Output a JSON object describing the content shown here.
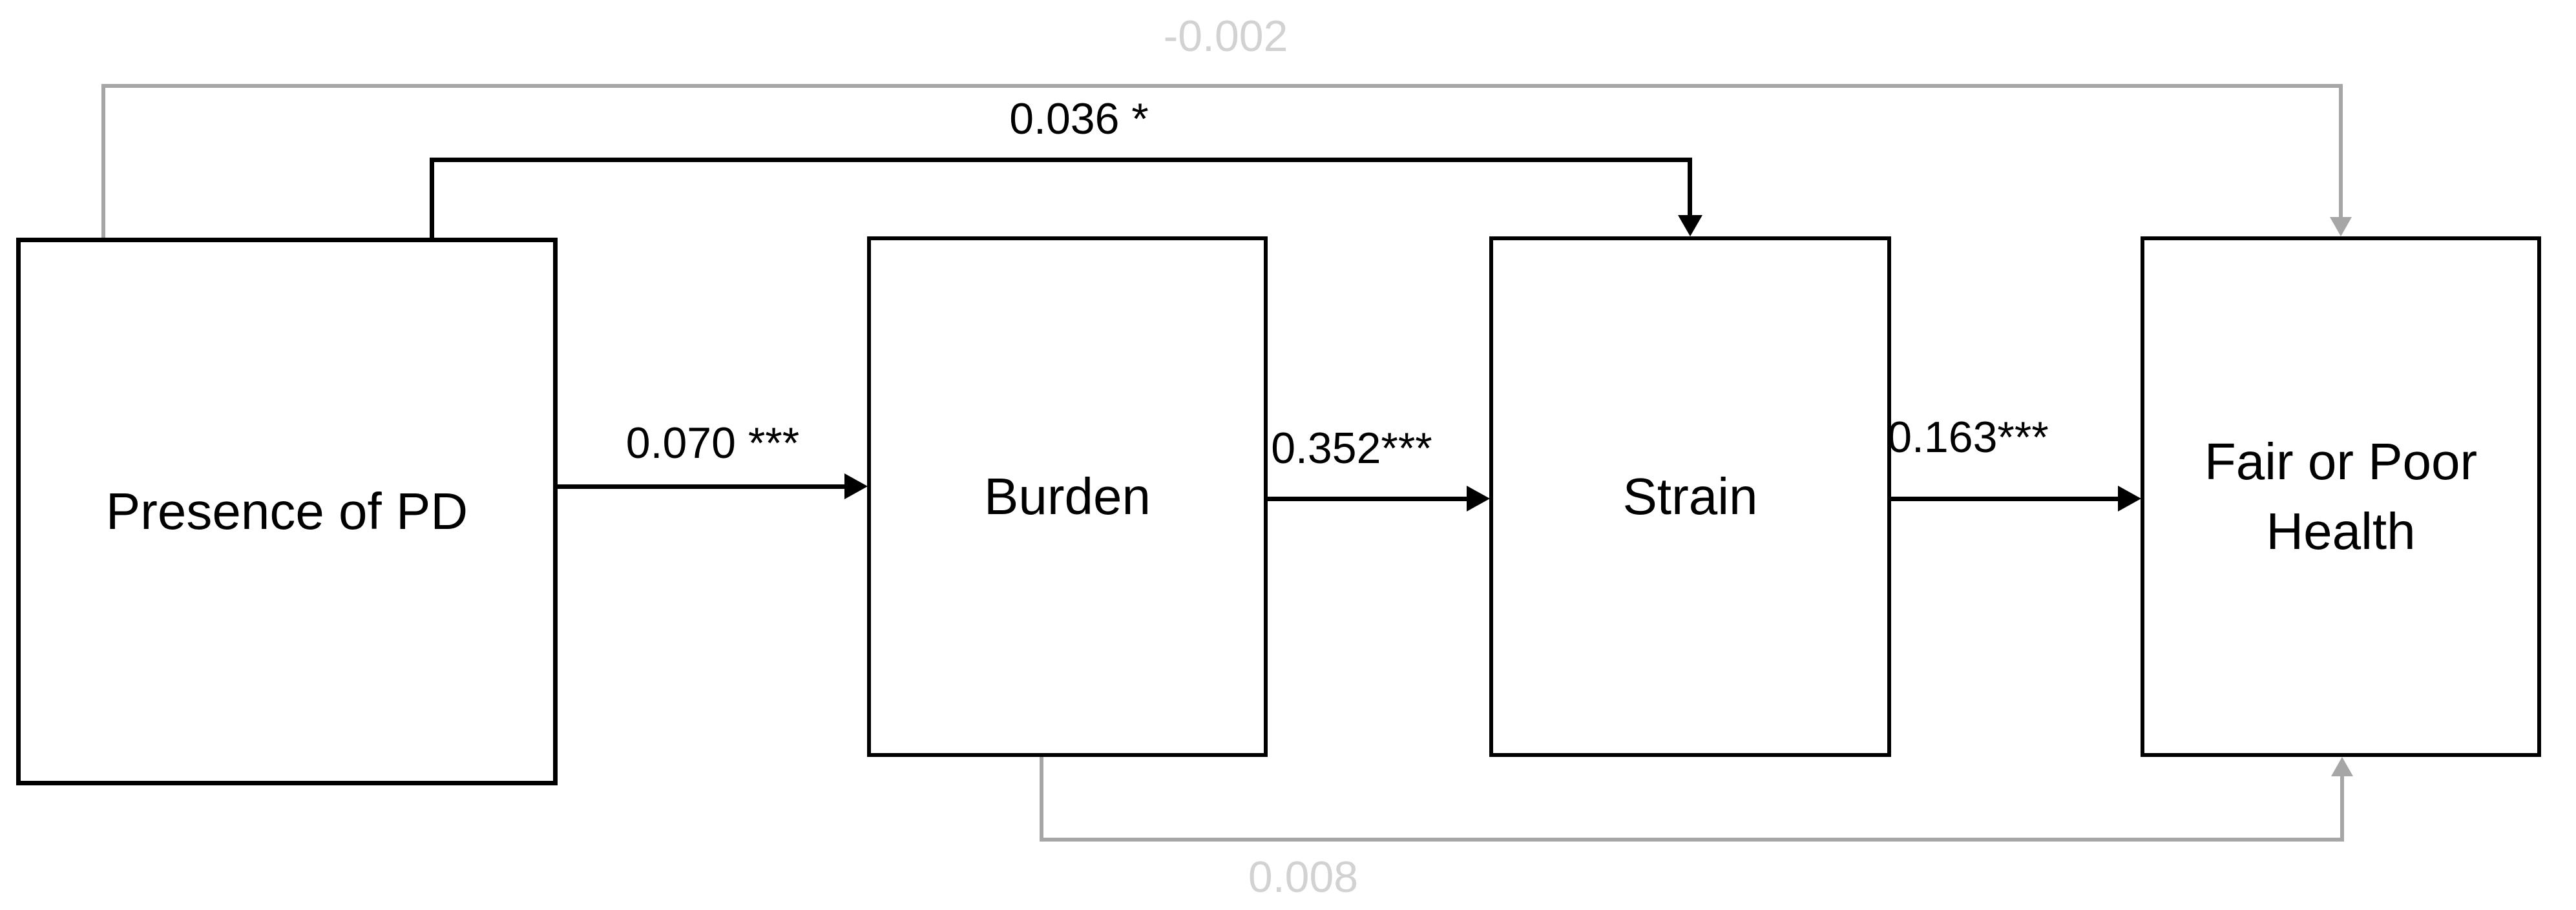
{
  "figure": {
    "type": "path-diagram",
    "description": "Mediation path model with four nodes connected by directed arrows"
  },
  "nodes": [
    {
      "id": "presence_pd",
      "label": "Presence of PD"
    },
    {
      "id": "burden",
      "label": "Burden"
    },
    {
      "id": "strain",
      "label": "Strain"
    },
    {
      "id": "fair_poor_health",
      "label": "Fair or Poor Health"
    }
  ],
  "edges": [
    {
      "from": "Presence of PD",
      "to": "Burden",
      "label": "0.070 ***",
      "style": "black"
    },
    {
      "from": "Burden",
      "to": "Strain",
      "label": "0.352***",
      "style": "black"
    },
    {
      "from": "Strain",
      "to": "Fair or Poor Health",
      "label": "0.163***",
      "style": "black"
    },
    {
      "from": "Presence of PD",
      "to": "Strain",
      "label": "0.036 *",
      "style": "black"
    },
    {
      "from": "Presence of PD",
      "to": "Fair or Poor Health",
      "label": "-0.002",
      "style": "gray"
    },
    {
      "from": "Burden",
      "to": "Fair or Poor Health",
      "label": "0.008",
      "style": "gray"
    }
  ],
  "colors": {
    "significant_path": "#000000",
    "nonsignificant_path": "#a6a6a6",
    "nonsignificant_label": "#d2d2d2",
    "background": "#ffffff"
  }
}
